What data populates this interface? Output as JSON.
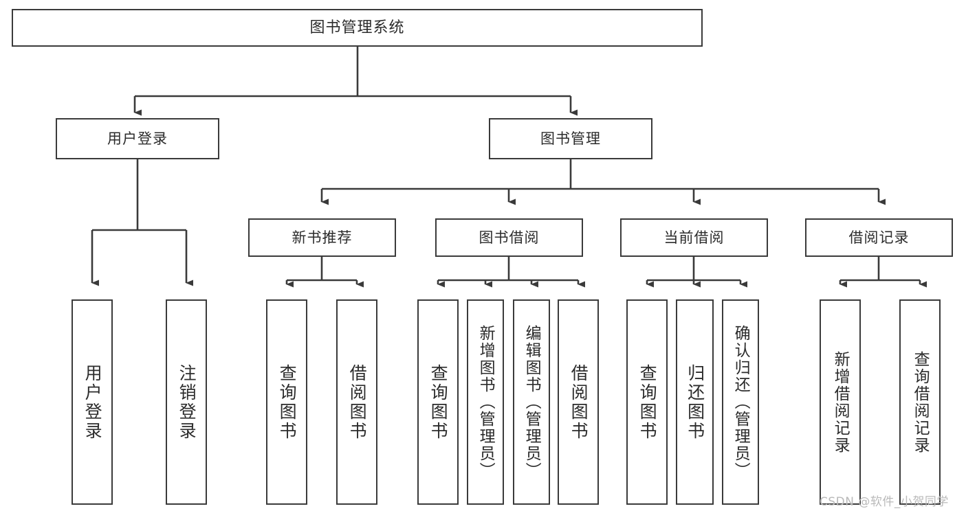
{
  "diagram": {
    "type": "tree",
    "title": "图书管理系统",
    "watermark": "CSDN @软件_小贺同学",
    "colors": {
      "box_border": "#3a3a3a",
      "box_fill": "#ffffff",
      "edge": "#3a3a3a",
      "text": "#2b2b2b",
      "watermark": "#b9b9b9",
      "background": "#ffffff"
    },
    "nodes": {
      "root": {
        "label": "图书管理系统"
      },
      "level1": [
        {
          "id": "user-login",
          "label": "用户登录"
        },
        {
          "id": "book-manage",
          "label": "图书管理"
        }
      ],
      "level2": [
        {
          "id": "new-book-recommend",
          "label": "新书推荐"
        },
        {
          "id": "book-borrow",
          "label": "图书借阅"
        },
        {
          "id": "current-borrow",
          "label": "当前借阅"
        },
        {
          "id": "borrow-record",
          "label": "借阅记录"
        }
      ],
      "leaves": {
        "user_login": [
          {
            "id": "leaf-user-login",
            "label": "用户登录"
          },
          {
            "id": "leaf-user-logout",
            "label": "注销登录"
          }
        ],
        "new_book_recommend": [
          {
            "id": "leaf-query-book-1",
            "label": "查询图书"
          },
          {
            "id": "leaf-borrow-book-1",
            "label": "借阅图书"
          }
        ],
        "book_borrow": [
          {
            "id": "leaf-query-book-2",
            "label": "查询图书"
          },
          {
            "id": "leaf-add-book",
            "label": "新增图书（管理员）"
          },
          {
            "id": "leaf-edit-book",
            "label": "编辑图书（管理员）"
          },
          {
            "id": "leaf-borrow-book-2",
            "label": "借阅图书"
          }
        ],
        "current_borrow": [
          {
            "id": "leaf-query-book-3",
            "label": "查询图书"
          },
          {
            "id": "leaf-return-book",
            "label": "归还图书"
          },
          {
            "id": "leaf-confirm-return",
            "label": "确认归还（管理员）"
          }
        ],
        "borrow_record": [
          {
            "id": "leaf-add-record",
            "label": "新增借阅记录"
          },
          {
            "id": "leaf-query-record",
            "label": "查询借阅记录"
          }
        ]
      }
    }
  }
}
